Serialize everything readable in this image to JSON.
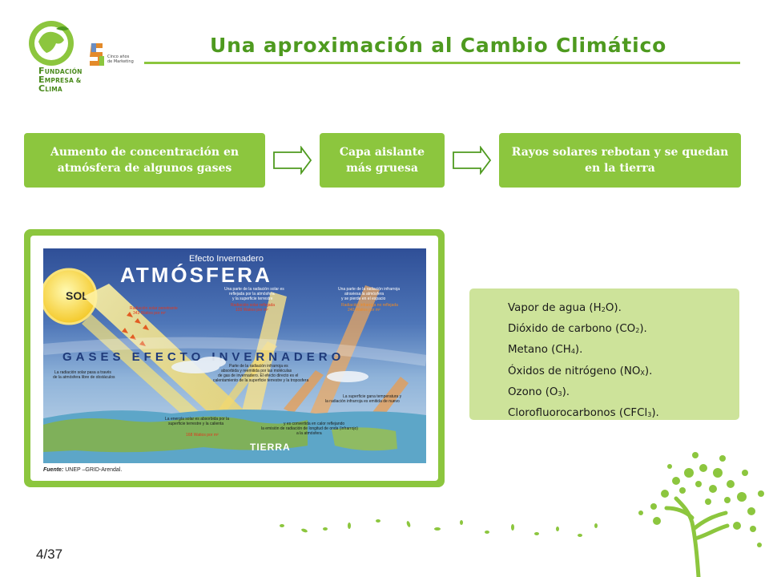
{
  "logos": {
    "fundacion": {
      "line1_initial": "F",
      "line1_rest": "UNDACIÓN",
      "line2_initial": "E",
      "line2_rest": "MPRESA &",
      "line3_initial": "C",
      "line3_rest": "LIMA"
    },
    "cinco_anos": {
      "line1": "Cinco años",
      "line2": "de Marketing"
    }
  },
  "title": "Una aproximación al Cambio Climático",
  "process": {
    "step1": "Aumento de concentración en atmósfera de algunos gases",
    "step2": "Capa aislante más gruesa",
    "step3": "Rayos solares rebotan y se quedan en la tierra"
  },
  "diagram": {
    "title": "Efecto Invernadero",
    "atmosphere": "ATMÓSFERA",
    "sun": "SOL",
    "gases_band": "GASES EFECTO INVERNADERO",
    "earth": "TIERRA",
    "note_penetrating": [
      "Radiación solar penetrante",
      "343 Watios por m²"
    ],
    "note_reflected": [
      "Una parte de la radiación solar es",
      "reflejada por la atmósfera",
      "y la superficie terrestre",
      "Radiación solar reflejada",
      "103 Watios por m²"
    ],
    "note_ir_out": [
      "Una parte de la radiación infrarroja",
      "atraviesa la atmósfera",
      "y se pierde en el espacio",
      "Radiación infrarroja no reflejada",
      "240 Watios por m²"
    ],
    "note_pass": [
      "La radiación solar pasa a través",
      "de la atmósfera libre de obstáculos"
    ],
    "note_absorbed": [
      "Parte de la radiación infrarroja es",
      "absorbida y reemitida por las moléculas",
      "de gas de invernadero. El efecto directo es el",
      "calentamiento de la superficie terrestre y la troposfera"
    ],
    "note_surface": [
      "La superficie gana temperatura y",
      "la radiación infrarroja es emitida de nuevo"
    ],
    "note_energy": [
      "La energía solar es absorbida por la",
      "superficie terrestre y la calienta",
      "168 Watios por m²"
    ],
    "note_convert": [
      "y es convertida en calor reflejando",
      "la emisión de radiación de longitud de onda (infrarrojo)",
      "a la atmósfera"
    ]
  },
  "source": {
    "label": "Fuente:",
    "text": "UNEP –GRID-Arendal."
  },
  "gases": [
    {
      "pre": "Vapor de agua (H",
      "sub": "2",
      "post": "O)."
    },
    {
      "pre": "Dióxido de carbono (CO",
      "sub": "2",
      "post": ")."
    },
    {
      "pre": "Metano (CH",
      "sub": "4",
      "post": ")."
    },
    {
      "pre": "Óxidos de nitrógeno (NO",
      "sub": "X",
      "post": ")."
    },
    {
      "pre": "Ozono (O",
      "sub": "3",
      "post": ")."
    },
    {
      "pre": "Clorofluorocarbonos (CFCl",
      "sub": "3",
      "post": ")."
    }
  ],
  "page_number": "4/37",
  "colors": {
    "accent": "#8cc63e",
    "title": "#4e9a1f",
    "list_bg": "#cde39a"
  }
}
